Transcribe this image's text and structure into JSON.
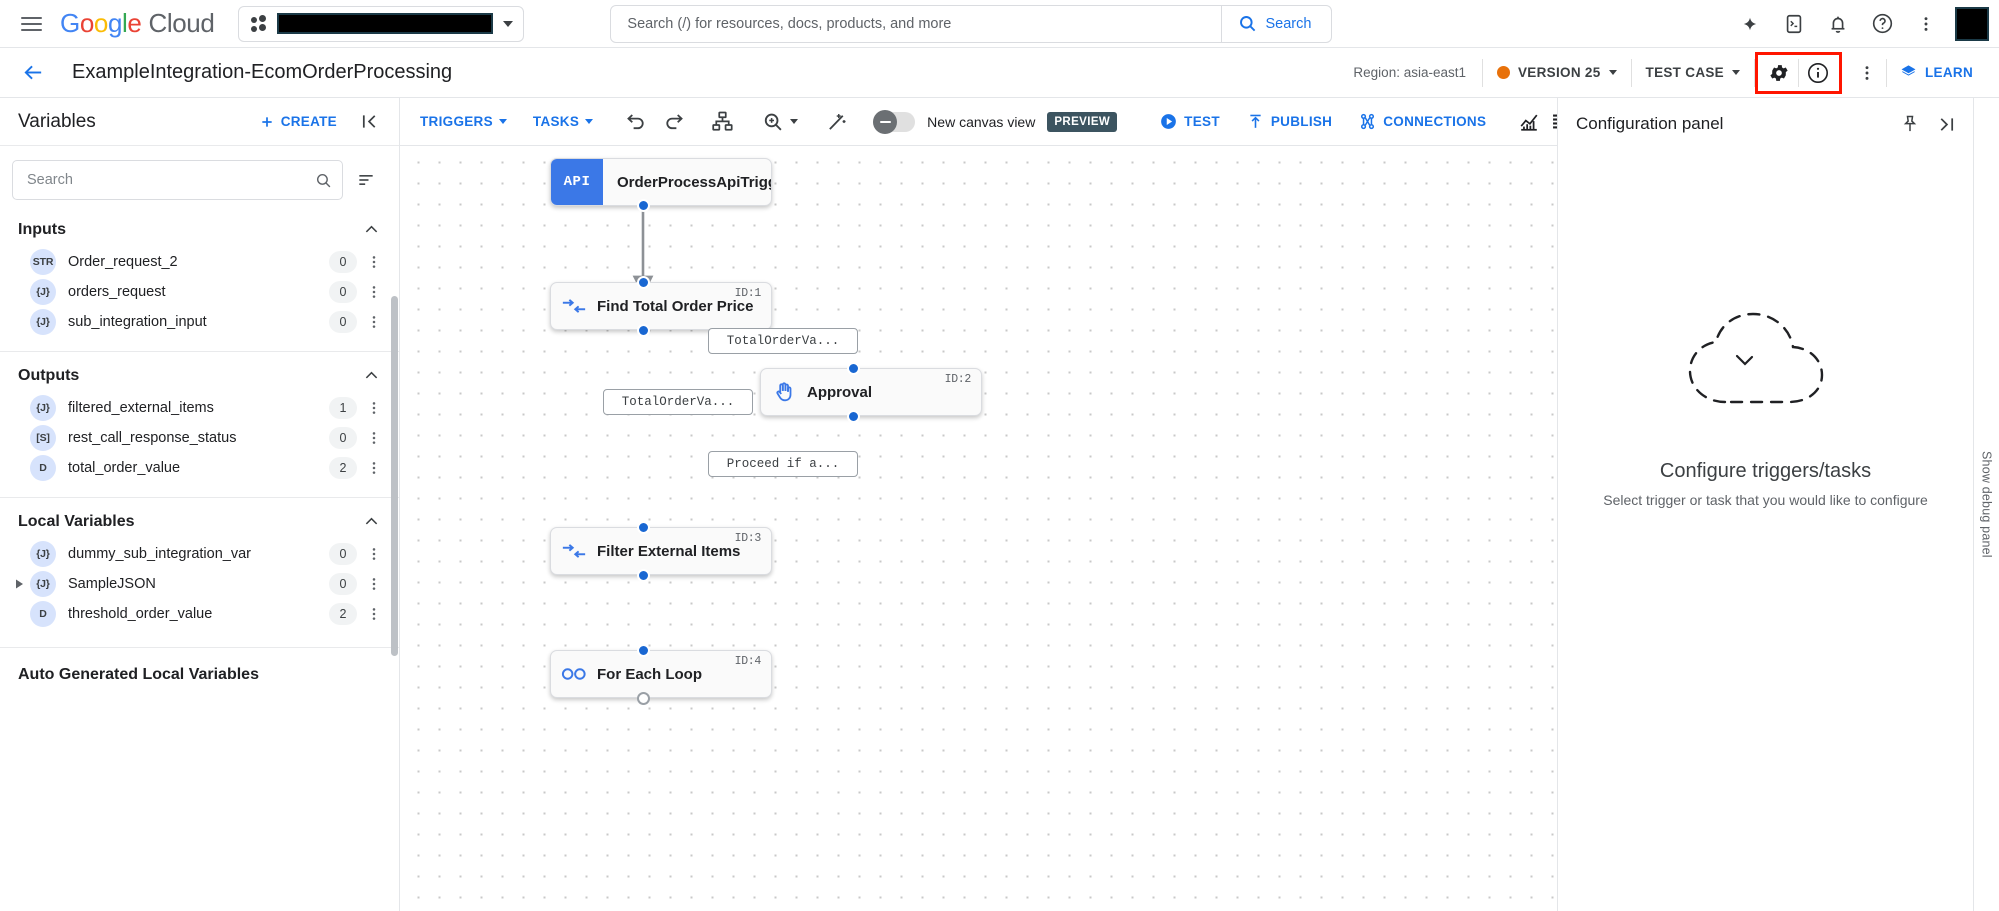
{
  "topbar": {
    "menu_icon": "hamburger-menu-icon",
    "logo": {
      "google": "Google",
      "cloud": "Cloud"
    },
    "project_selector": {
      "value": "",
      "redacted": true,
      "icon": "project-dots-icon"
    },
    "search": {
      "placeholder": "Search (/) for resources, docs, products, and more",
      "value": "",
      "button_label": "Search",
      "icon": "search-icon"
    },
    "icons": [
      "gemini-sparkle-icon",
      "cloud-shell-icon",
      "notifications-bell-icon",
      "help-circle-icon",
      "more-vert-icon"
    ],
    "avatar": {
      "name": "avatar",
      "redacted": true
    }
  },
  "pageheader": {
    "back_icon": "back-arrow-icon",
    "title": "ExampleIntegration-EcomOrderProcessing",
    "region": "Region: asia-east1",
    "version": {
      "label": "VERSION 25",
      "status_color": "#E8710A"
    },
    "test_case": "TEST CASE",
    "settings_icon": "gear-icon",
    "info_icon": "info-circle-icon",
    "more_icon": "more-vert-icon",
    "learn": "LEARN",
    "learn_icon": "learn-book-icon",
    "highlight_color": "#FF1500"
  },
  "sidebar": {
    "title": "Variables",
    "create_label": "CREATE",
    "create_icon": "plus-icon",
    "collapse_icon": "collapse-panel-icon",
    "search": {
      "placeholder": "Search",
      "value": "",
      "icon": "search-icon"
    },
    "sort_icon": "sort-filter-icon",
    "groups": [
      {
        "title": "Inputs",
        "chevron": "chevron-up-icon",
        "items": [
          {
            "type": "STR",
            "name": "Order_request_2",
            "count": "0",
            "expandable": false
          },
          {
            "type": "{J}",
            "name": "orders_request",
            "count": "0",
            "expandable": false
          },
          {
            "type": "{J}",
            "name": "sub_integration_input",
            "count": "0",
            "expandable": false
          }
        ]
      },
      {
        "title": "Outputs",
        "chevron": "chevron-up-icon",
        "items": [
          {
            "type": "{J}",
            "name": "filtered_external_items",
            "count": "1",
            "expandable": false
          },
          {
            "type": "[S]",
            "name": "rest_call_response_status",
            "count": "0",
            "expandable": false
          },
          {
            "type": "D",
            "name": "total_order_value",
            "count": "2",
            "expandable": false
          }
        ]
      },
      {
        "title": "Local Variables",
        "chevron": "chevron-up-icon",
        "items": [
          {
            "type": "{J}",
            "name": "dummy_sub_integration_var",
            "count": "0",
            "expandable": false
          },
          {
            "type": "{J}",
            "name": "SampleJSON",
            "count": "0",
            "expandable": true
          },
          {
            "type": "D",
            "name": "threshold_order_value",
            "count": "2",
            "expandable": false
          }
        ]
      },
      {
        "title": "Auto Generated Local Variables",
        "chevron": "",
        "items": []
      }
    ]
  },
  "canvas_toolbar": {
    "triggers": "TRIGGERS",
    "tasks": "TASKS",
    "undo_icon": "undo-icon",
    "redo_icon": "redo-icon",
    "layout_icon": "auto-layout-icon",
    "zoom_icon": "zoom-icon",
    "wand_icon": "magic-wand-icon",
    "toggle": {
      "label": "New canvas view",
      "badge": "PREVIEW",
      "state": "off"
    },
    "test": "TEST",
    "test_icon": "play-circle-icon",
    "publish": "PUBLISH",
    "publish_icon": "upload-icon",
    "connections": "CONNECTIONS",
    "connections_icon": "connections-icon",
    "metrics_icon": "metrics-chart-icon",
    "logs_icon": "logs-list-icon"
  },
  "flow": {
    "nodes": [
      {
        "id": "trigger",
        "kind": "api-trigger",
        "badge": "API",
        "label": "OrderProcessApiTrigger",
        "task_id": "",
        "icon": "api-trigger-icon"
      },
      {
        "id": "task1",
        "kind": "task",
        "label": "Find Total Order Price",
        "task_id": "ID:1",
        "icon": "data-mapping-icon"
      },
      {
        "id": "task2",
        "kind": "task",
        "label": "Approval",
        "task_id": "ID:2",
        "icon": "approval-hand-icon"
      },
      {
        "id": "task3",
        "kind": "task",
        "label": "Filter External Items",
        "task_id": "ID:3",
        "icon": "data-mapping-icon"
      },
      {
        "id": "task4",
        "kind": "task",
        "label": "For Each Loop",
        "task_id": "ID:4",
        "icon": "loop-infinity-icon"
      }
    ],
    "edge_labels": [
      {
        "id": "e1",
        "text": "TotalOrderVa..."
      },
      {
        "id": "e2",
        "text": "TotalOrderVa..."
      },
      {
        "id": "e3",
        "text": "Proceed if a..."
      }
    ]
  },
  "config_panel": {
    "title": "Configuration panel",
    "pin_icon": "pin-icon",
    "expand_icon": "expand-panel-icon",
    "empty_icon": "dashed-cloud-icon",
    "empty_title": "Configure triggers/tasks",
    "empty_subtitle": "Select trigger or task that you would like to configure"
  },
  "debug_strip": {
    "label": "Show debug panel"
  }
}
